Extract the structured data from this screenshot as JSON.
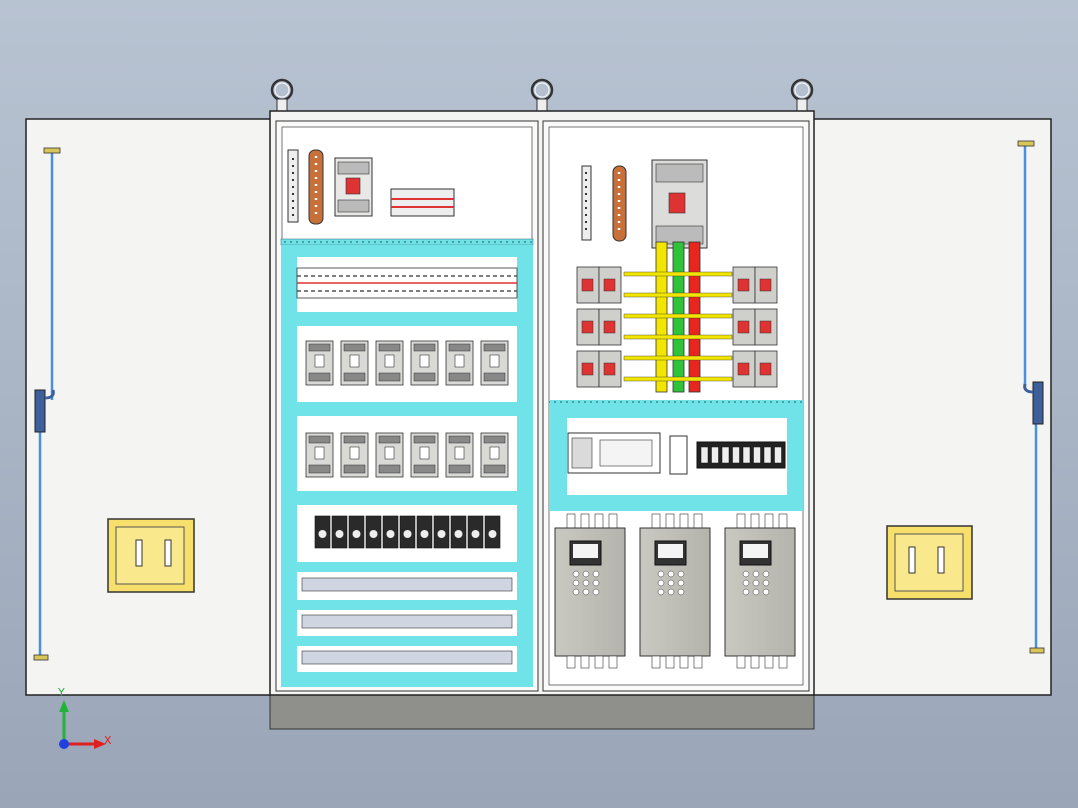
{
  "scene": {
    "colors": {
      "background_top": "#b8c3d2",
      "background_bottom": "#9aa6b8",
      "cabinet_fill": "#f4f4f2",
      "mounting_plate": "#ffffff",
      "din_rail_cyan": "#6fe3e8",
      "busbar_yellow": "#f2e600",
      "busbar_green": "#2fc33a",
      "busbar_red": "#e8261d",
      "door_handle_blue": "#4a90e2",
      "nameplate_yellow": "#f6df6a",
      "terminal_copper": "#c8703a",
      "plinth_gray": "#8f8f8b"
    },
    "components": {
      "left_door": [
        "door-handle-rod",
        "door-hinge-latch",
        "nameplate-holder"
      ],
      "left_cabinet": [
        "ground-bar",
        "copper-terminal-strip",
        "main-breaker-small",
        "fuse-block",
        "terminal-row",
        "mcb-row-1",
        "mcb-row-2",
        "relay-row",
        "contactor-row-1",
        "contactor-row-2",
        "contactor-row-3"
      ],
      "right_cabinet": [
        "ground-bar",
        "copper-terminal-strip",
        "main-molded-case-breaker",
        "three-phase-busbar",
        "breaker-bank-left",
        "breaker-bank-right",
        "plc-module",
        "io-terminal-block",
        "vfd-1",
        "vfd-2",
        "vfd-3"
      ],
      "right_door": [
        "door-handle-rod",
        "door-hinge-latch",
        "nameplate-holder"
      ],
      "hardware": [
        "lifting-eye-left",
        "lifting-eye-center",
        "lifting-eye-right",
        "plinth-base"
      ]
    },
    "axis_triad": {
      "x_label": "X",
      "y_label": "Y",
      "x_color": "#e02020",
      "y_color": "#22b33a",
      "z_color": "#2040e0"
    }
  }
}
